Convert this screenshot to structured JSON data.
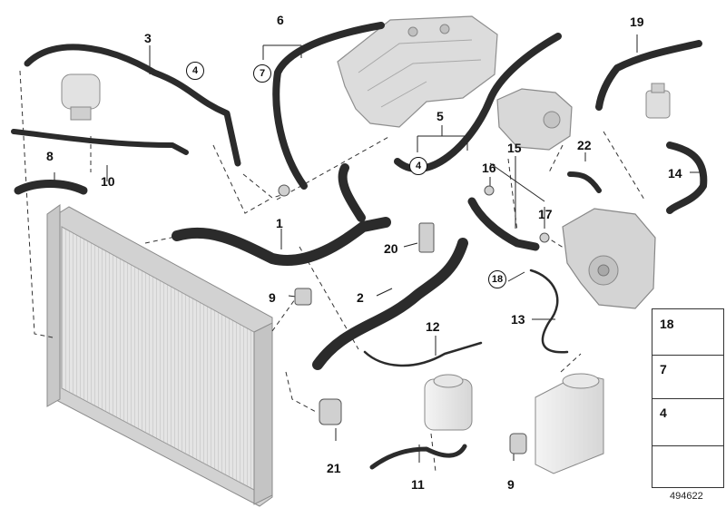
{
  "diagram": {
    "reference_number": "494622",
    "callouts": [
      "1",
      "2",
      "3",
      "5",
      "6",
      "8",
      "9",
      "10",
      "11",
      "12",
      "13",
      "14",
      "15",
      "16",
      "17",
      "19",
      "20",
      "21",
      "22"
    ],
    "circled_callouts": [
      "4",
      "7",
      "18"
    ],
    "legend": [
      {
        "number": "18",
        "icon": "screw-icon"
      },
      {
        "number": "7",
        "icon": "hose-clip-icon"
      },
      {
        "number": "4",
        "icon": "hose-clamp-icon"
      },
      {
        "number": "",
        "icon": "arrow-icon"
      }
    ]
  }
}
